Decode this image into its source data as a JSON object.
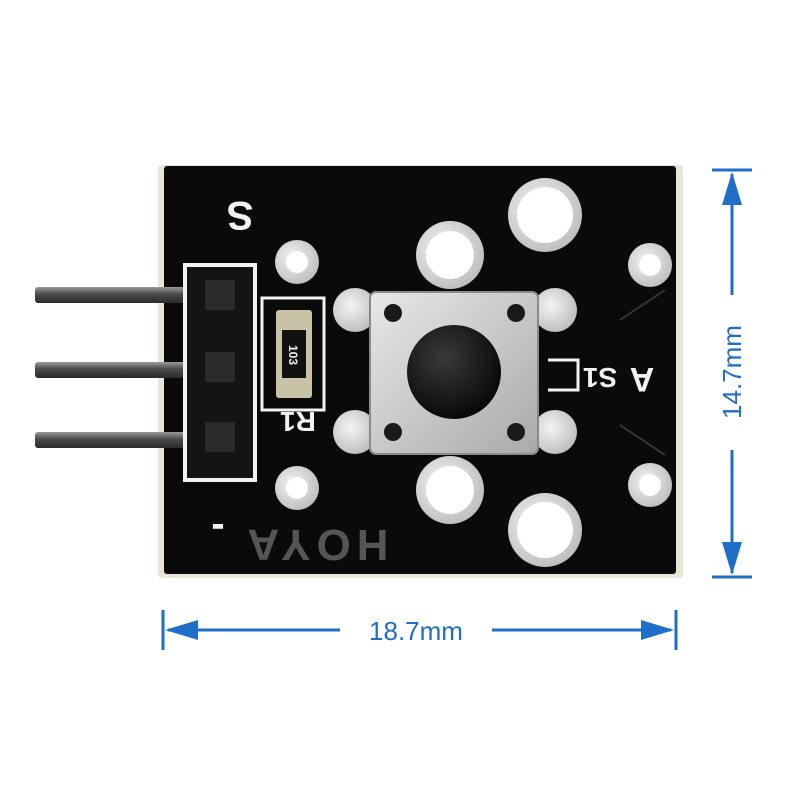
{
  "board": {
    "pin_labels": {
      "signal": "S",
      "ground": "-"
    },
    "resistor_label": "R1",
    "resistor_code": "103",
    "switch_label": "S1",
    "switch_pin_label": "A",
    "brand_text": "HOYA"
  },
  "dimensions": {
    "width_label": "18.7mm",
    "height_label": "14.7mm"
  },
  "colors": {
    "pcb": "#0a0a0a",
    "silkscreen": "#f2f2f2",
    "dimension_lines": "#1f6ec7",
    "pins": "#5a5a5a",
    "pads": "#d6d6d6"
  }
}
